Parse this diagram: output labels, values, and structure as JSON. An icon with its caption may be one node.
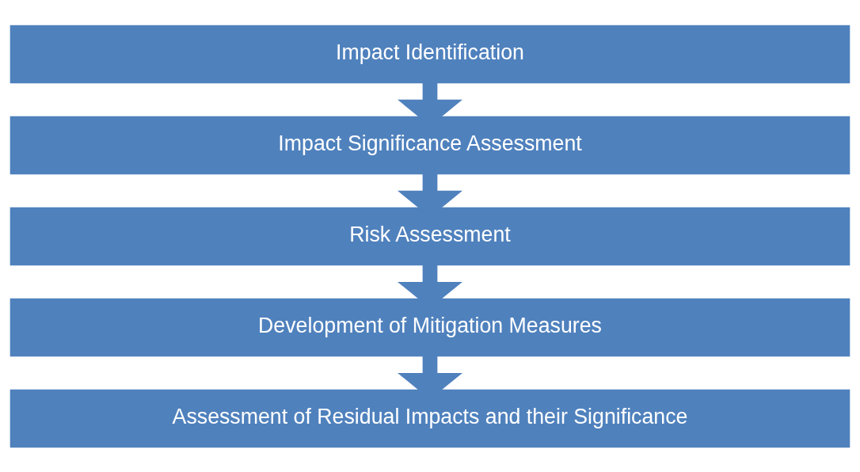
{
  "diagram": {
    "nodes": [
      {
        "text": [
          "Impact Identification"
        ]
      },
      {
        "text": [
          "Impact Significance Assessment"
        ]
      },
      {
        "text": [
          "Risk Assessment"
        ]
      },
      {
        "text": [
          "Development of Mitigation Measures"
        ]
      },
      {
        "text": [
          "Assessment of Residual Impacts and their Significance"
        ]
      }
    ],
    "edges": [
      {
        "from": 0,
        "to": 1,
        "arrow": "to"
      },
      {
        "from": 1,
        "to": 2,
        "arrow": "to"
      },
      {
        "from": 2,
        "to": 3,
        "arrow": "to"
      },
      {
        "from": 3,
        "to": 4,
        "arrow": "to"
      }
    ]
  }
}
